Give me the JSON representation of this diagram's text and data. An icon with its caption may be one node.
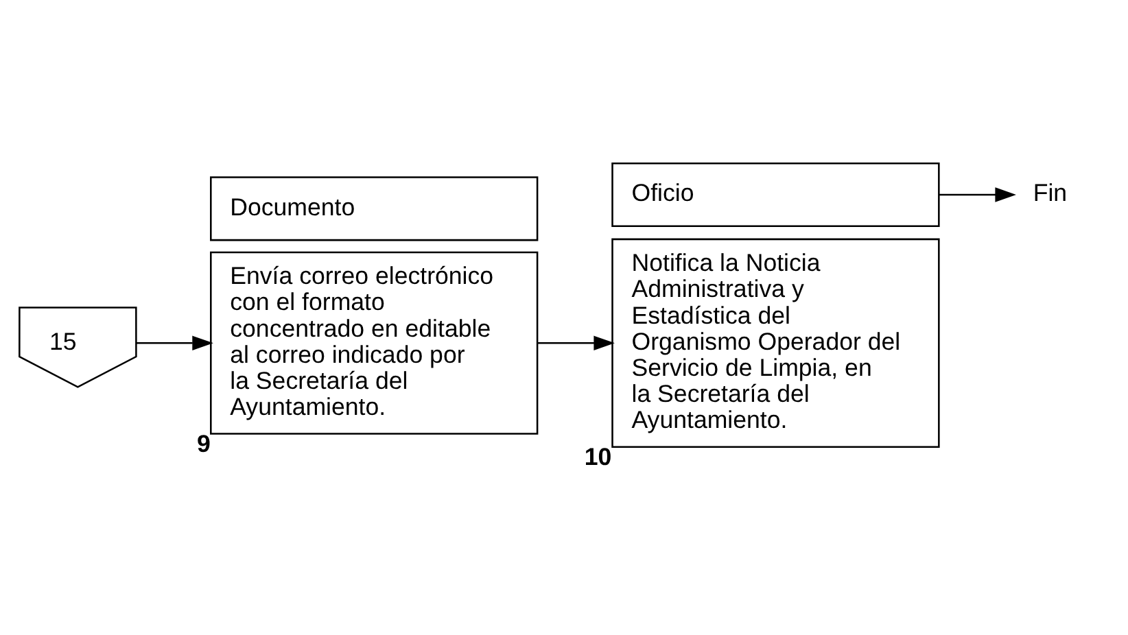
{
  "diagram": {
    "nodes": [
      {
        "text": [
          "15"
        ]
      },
      {
        "text": [
          "Envía correo electrónico con el formato concentrado en editable al correo indicado por la Secretaría del Ayuntamiento."
        ],
        "beside": [
          "9"
        ]
      },
      {
        "text": [
          "Documento"
        ]
      },
      {
        "text": [
          "Notifica la Noticia Administrativa y Estadística del Organismo Operador del Servicio de Limpia, en la Secretaría del Ayuntamiento."
        ],
        "beside": [
          "10"
        ]
      },
      {
        "text": [
          "Oficio"
        ]
      },
      {
        "text": [
          "Fin"
        ]
      }
    ],
    "edges": [
      {
        "from": 0,
        "to": 1,
        "arrow": "to"
      },
      {
        "from": 1,
        "to": 3,
        "arrow": "to"
      },
      {
        "from": 4,
        "to": 5,
        "arrow": "to"
      }
    ]
  }
}
